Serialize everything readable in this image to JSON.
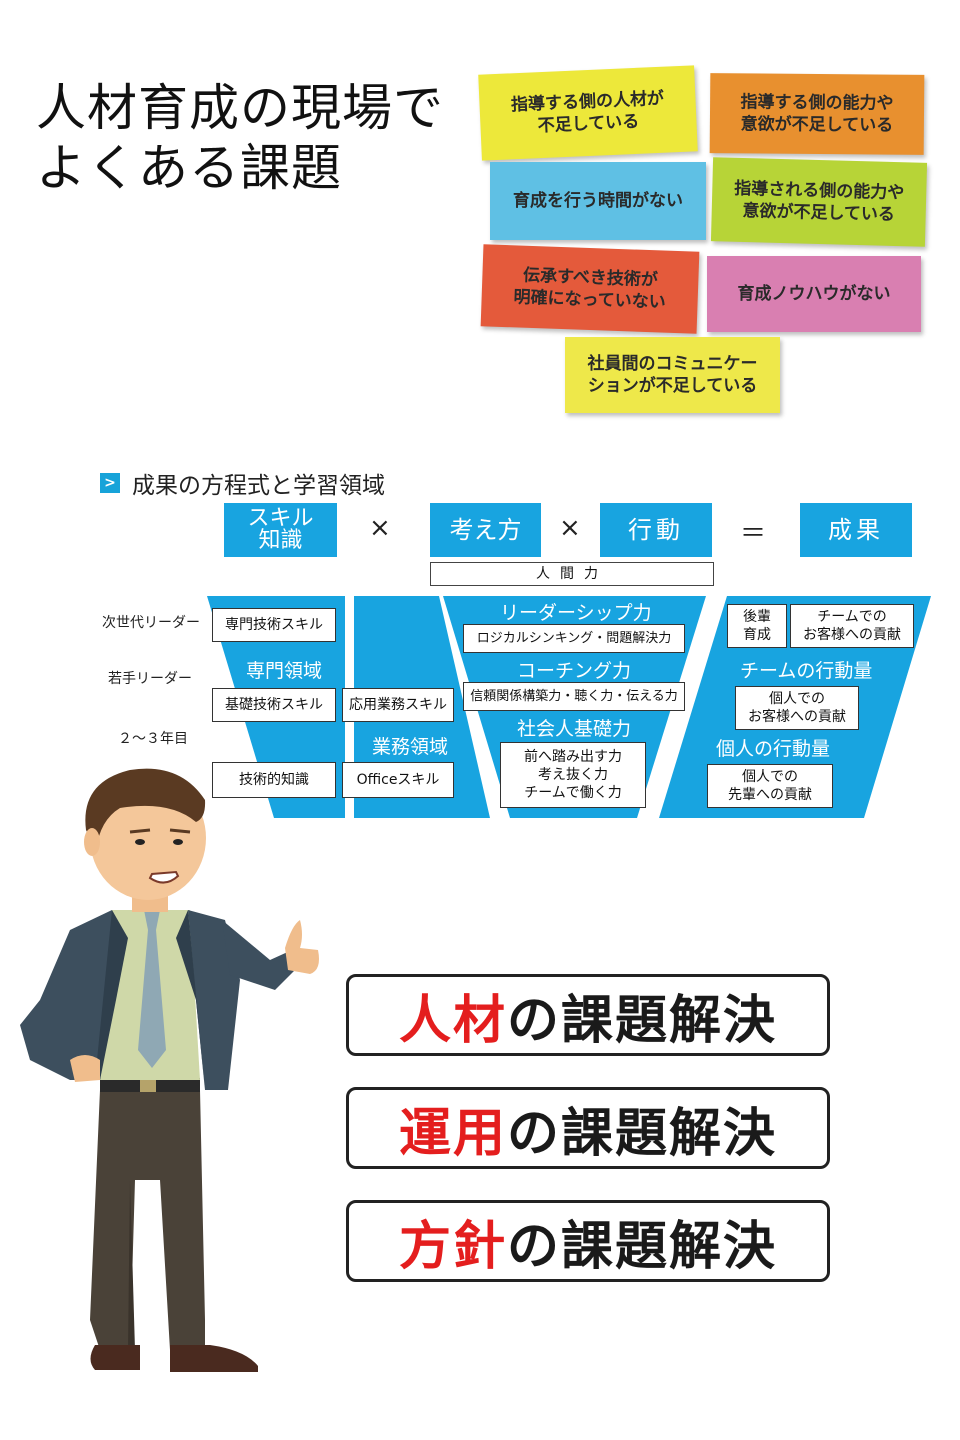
{
  "title": {
    "line1": "人材育成の現場で",
    "line2": "よくある課題"
  },
  "notes": [
    {
      "text": "指導する側の人材が\n不足している",
      "color": "#ede83a"
    },
    {
      "text": "指導する側の能力や\n意欲が不足している",
      "color": "#e8902f"
    },
    {
      "text": "育成を行う時間がない",
      "color": "#5fc0e4"
    },
    {
      "text": "指導される側の能力や\n意欲が不足している",
      "color": "#b7d437"
    },
    {
      "text": "伝承すべき技術が\n明確になっていない",
      "color": "#e45a3b"
    },
    {
      "text": "育成ノウハウがない",
      "color": "#d97fb1"
    },
    {
      "text": "社員間のコミュニケー\nションが不足している",
      "color": "#eee84a"
    }
  ],
  "section": {
    "icon": "chevron-right-icon",
    "title": "成果の方程式と学習領域"
  },
  "equation": {
    "skill": "スキル\n知識",
    "times1": "×",
    "thinking": "考え方",
    "times2": "×",
    "action": "行動",
    "equals": "＝",
    "result": "成果",
    "jinkan": "人間力"
  },
  "levels": {
    "next_leader": "次世代リーダー",
    "young_leader": "若手リーダー",
    "year23": "２～３年目"
  },
  "diagram": {
    "senmon_label": "専門領域",
    "gyomu_label": "業務領域",
    "leadership_label": "リーダーシップ力",
    "coaching_label": "コーチング力",
    "shakaijin_label": "社会人基礎力",
    "team_label": "チームの行動量",
    "individual_label": "個人の行動量",
    "boxes": {
      "senmon_skill": "専門技術スキル",
      "kiso_skill": "基礎技術スキル",
      "gijutsu_chishiki": "技術的知識",
      "oyo_skill": "応用業務スキル",
      "office_skill": "Officeスキル",
      "logical": "ロジカルシンキング・問題解決力",
      "trust": "信頼関係構築力・聴く力・伝える力",
      "basic": "前へ踏み出す力\n考え抜く力\nチームで働く力",
      "kohai": "後輩\n育成",
      "team_contrib": "チームでの\nお客様への貢献",
      "indiv_contrib": "個人での\nお客様への貢献",
      "senpai_contrib": "個人での\n先輩への貢献"
    }
  },
  "solutions": [
    {
      "red": "人材",
      "black": "の課題解決"
    },
    {
      "red": "運用",
      "black": "の課題解決"
    },
    {
      "red": "方針",
      "black": "の課題解決"
    }
  ],
  "colors": {
    "blue": "#18a4e0",
    "red": "#e41e1e"
  }
}
